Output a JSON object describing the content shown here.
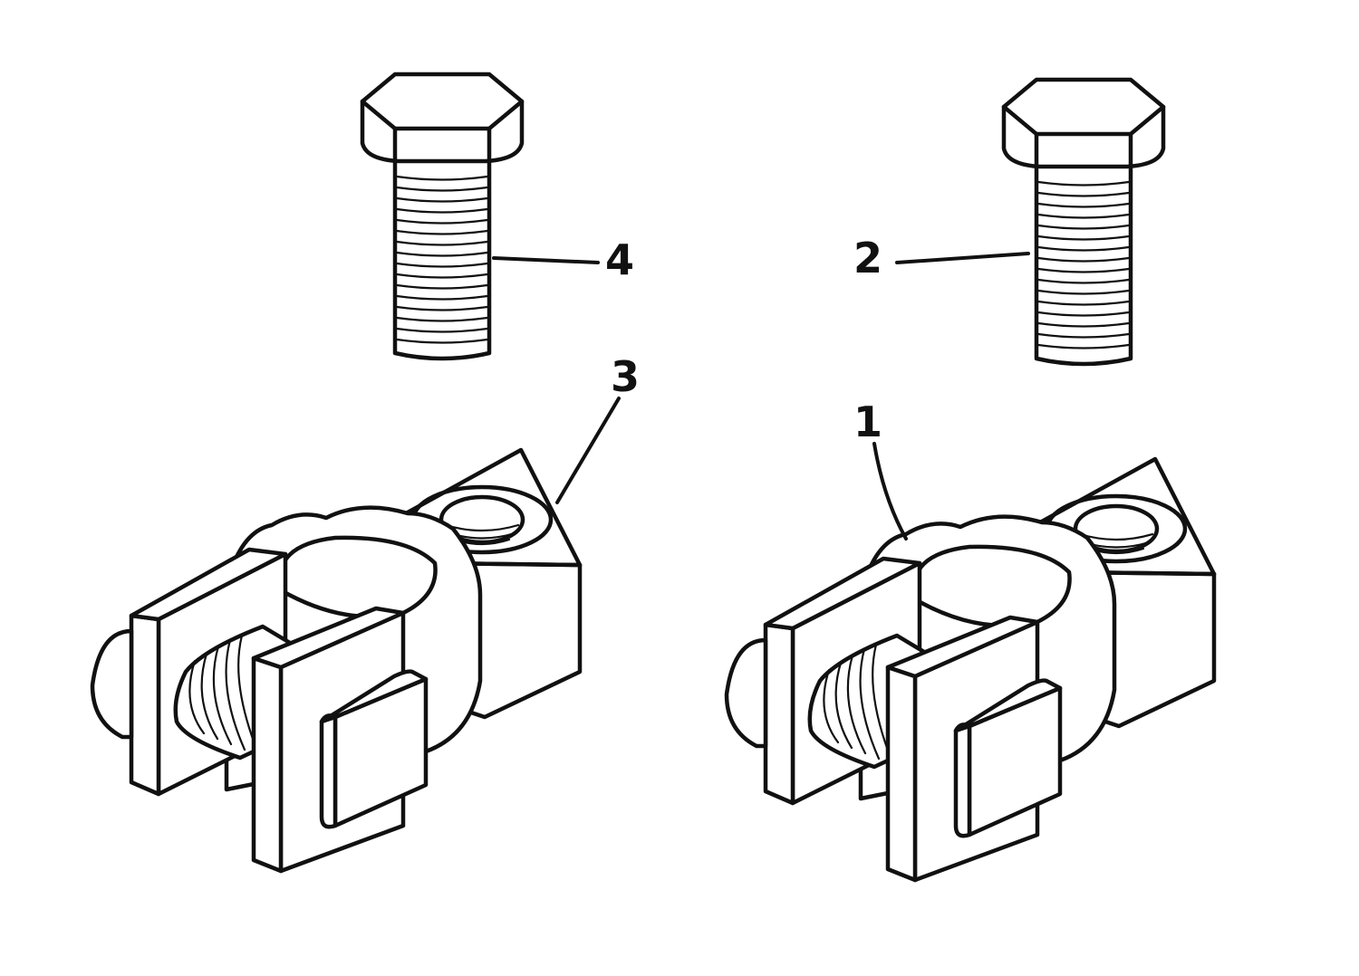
{
  "figure": {
    "callouts": [
      {
        "id": "1",
        "label": "1"
      },
      {
        "id": "2",
        "label": "2"
      },
      {
        "id": "3",
        "label": "3"
      },
      {
        "id": "4",
        "label": "4"
      }
    ]
  },
  "colors": {
    "ink": "#111111",
    "paper": "#ffffff"
  }
}
